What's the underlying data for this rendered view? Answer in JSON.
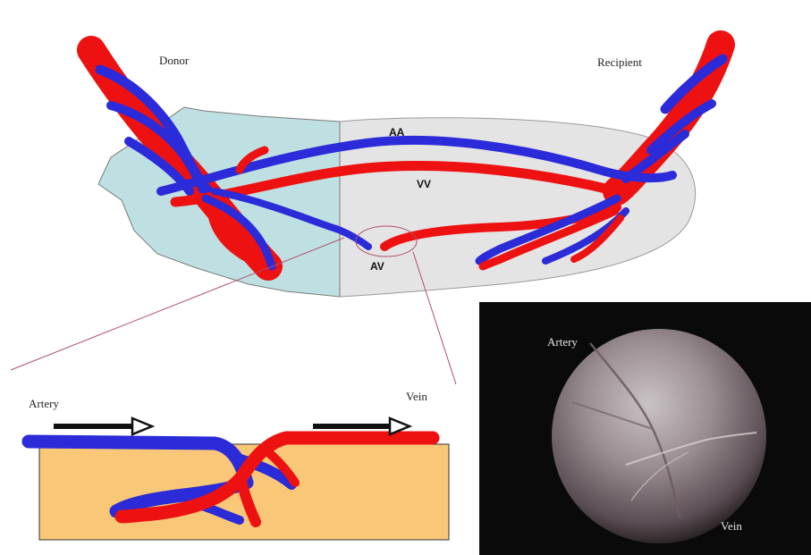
{
  "labels": {
    "donor": "Donor",
    "recipient": "Recipient",
    "aa": "AA",
    "vv": "VV",
    "av": "AV",
    "artery": "Artery",
    "vein": "Vein",
    "photo_artery": "Artery",
    "photo_vein": "Vein"
  },
  "colors": {
    "artery": "#2b2bd9",
    "vein": "#ee1111",
    "donor_territory": "#bfe0e2",
    "recipient_territory": "#e4e4e4",
    "tissue": "#f8c777",
    "photo_background": "#0a0a0a",
    "flow_arrow": "#111111"
  }
}
